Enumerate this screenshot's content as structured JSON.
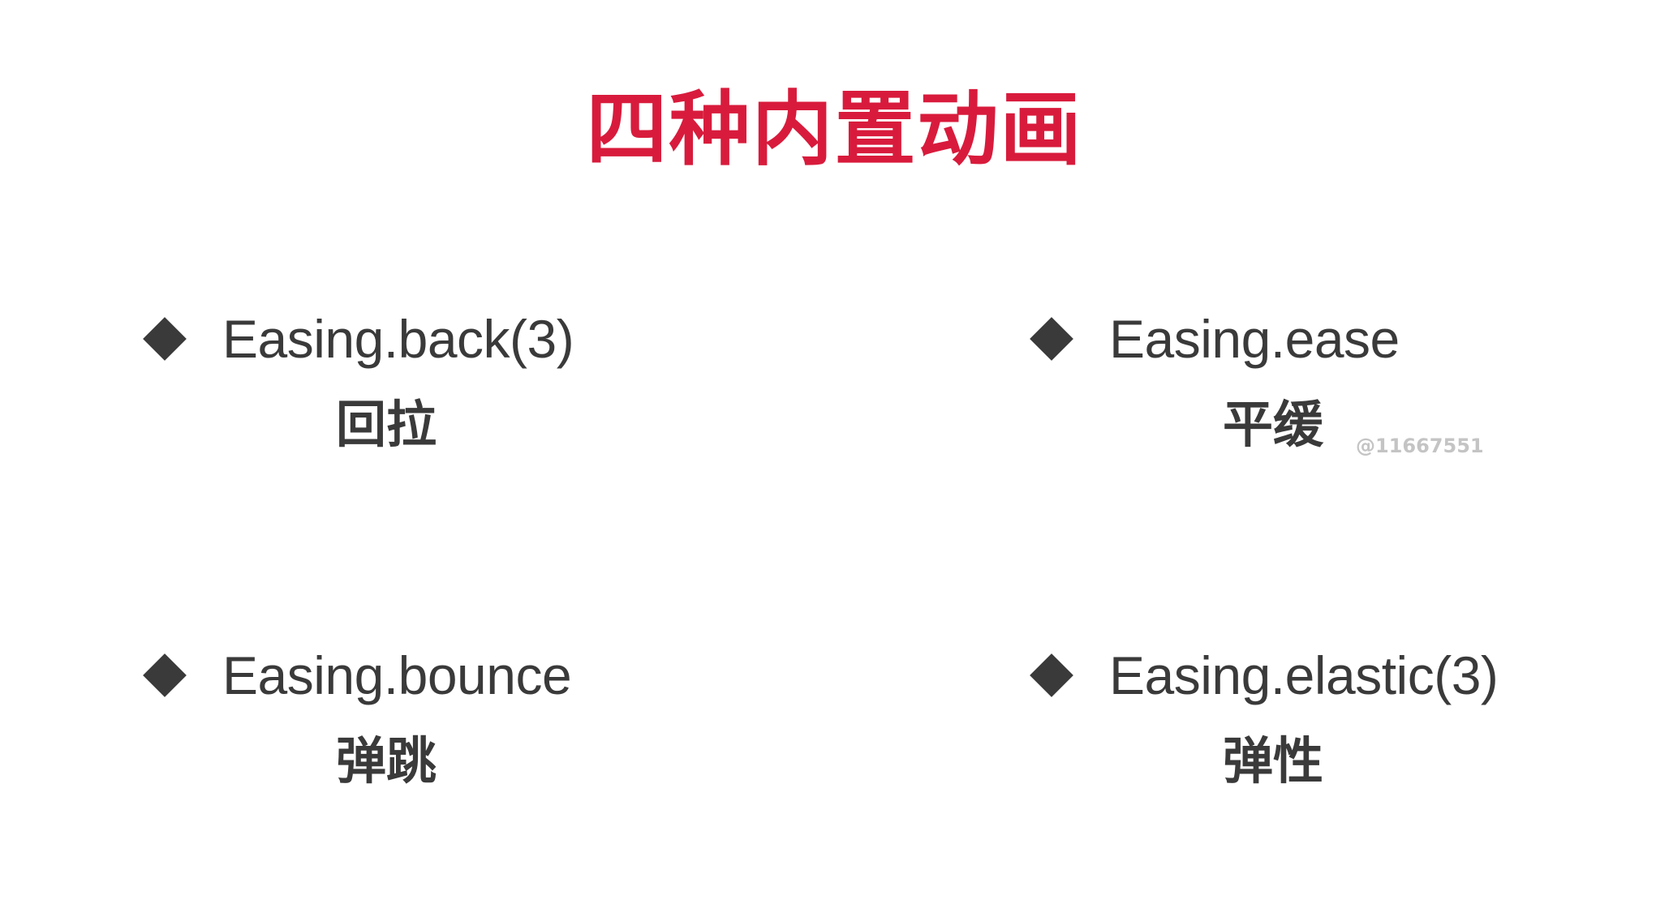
{
  "slide": {
    "title": "四种内置动画",
    "items": [
      {
        "code": "Easing.back(3)",
        "desc": "回拉"
      },
      {
        "code": "Easing.ease",
        "desc": "平缓"
      },
      {
        "code": "Easing.bounce",
        "desc": "弹跳"
      },
      {
        "code": "Easing.elastic(3)",
        "desc": "弹性"
      }
    ],
    "bullet_icon": "diamond-bullet-icon",
    "watermark": "@11667551"
  },
  "colors": {
    "title": "#d81b3c",
    "text": "#3a3a3a",
    "bullet": "#3a3a3a",
    "watermark": "#c4c4c4",
    "background": "#ffffff"
  }
}
